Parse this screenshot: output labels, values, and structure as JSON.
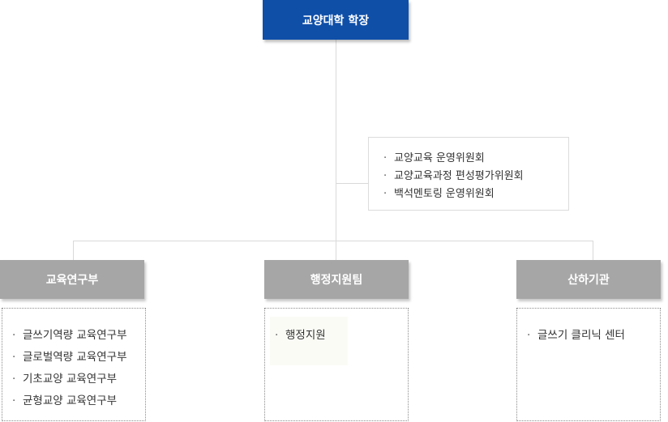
{
  "top": {
    "title": "교양대학 학장"
  },
  "committees": {
    "items": [
      "교양교육 운영위원회",
      "교양교육과정 편성평가위원회",
      "백석멘토링 운영위원회"
    ]
  },
  "departments": [
    {
      "name": "교육연구부",
      "items": [
        "글쓰기역량 교육연구부",
        "글로벌역량 교육연구부",
        "기초교양 교육연구부",
        "균형교양 교육연구부"
      ]
    },
    {
      "name": "행정지원팀",
      "items": [
        "행정지원"
      ]
    },
    {
      "name": "산하기관",
      "items": [
        "글쓰기 클리닉 센터"
      ]
    }
  ],
  "bullet": "·"
}
